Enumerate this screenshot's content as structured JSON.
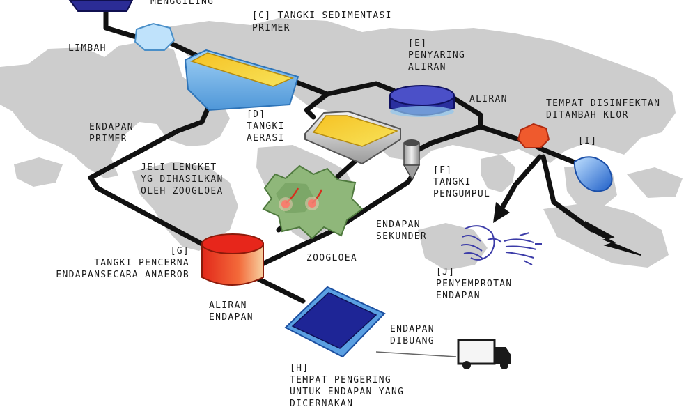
{
  "labels": {
    "top": {
      "line1": "MENGGILING"
    },
    "limbah": {
      "line1": "LIMBAH"
    },
    "c": {
      "line1": "[C] TANGKI SEDIMENTASI",
      "line2": "PRIMER"
    },
    "e": {
      "line1": "[E]",
      "line2": "PENYARING",
      "line3": "ALIRAN"
    },
    "aliran": {
      "line1": "ALIRAN"
    },
    "disinfektan": {
      "line1": "TEMPAT DISINFEKTAN",
      "line2": "DITAMBAH KLOR"
    },
    "i": {
      "line1": "[I]"
    },
    "endapan_primer": {
      "line1": "ENDAPAN",
      "line2": "PRIMER"
    },
    "d": {
      "line1": "[D]",
      "line2": "TANGKI",
      "line3": "AERASI"
    },
    "jeli": {
      "line1": "JELI LENGKET",
      "line2": "YG DIHASILKAN",
      "line3": "OLEH ZOOGLOEA"
    },
    "f": {
      "line1": "[F]",
      "line2": "TANGKI",
      "line3": "PENGUMPUL"
    },
    "endapan_sekunder": {
      "line1": "ENDAPAN",
      "line2": "SEKUNDER"
    },
    "zoogloea": {
      "line1": "ZOOGLOEA"
    },
    "g": {
      "line1": "[G]",
      "line2": "TANGKI PENCERNA",
      "line3": "ENDAPANSECARA ANAEROB"
    },
    "j": {
      "line1": "[J]",
      "line2": "PENYEMPROTAN",
      "line3": "ENDAPAN"
    },
    "aliran_endapan": {
      "line1": "ALIRAN",
      "line2": "ENDAPAN"
    },
    "endapan_dibuang": {
      "line1": "ENDAPAN",
      "line2": "DIBUANG"
    },
    "h": {
      "line1": "[H]",
      "line2": "TEMPAT PENGERING",
      "line3": "UNTUK ENDAPAN YANG",
      "line4": "DICERNAKAN"
    }
  },
  "colors": {
    "map": "#cdcdcd",
    "pipe": "#111111",
    "sedimentation_tank": "#f2cc2a",
    "aeration_tank": "#f7d12e",
    "filter_tank": "#25279a",
    "digester": "#e8321e",
    "drying_bed": "#1e2596",
    "disinfection": "#ef5a2d",
    "outfall": "#2f6fd6",
    "spray": "#3c3ca8",
    "zoogloea": "#7aa667"
  },
  "icons": [
    "grinder-icon",
    "wastewater-hexagon-icon",
    "sedimentation-tank-icon",
    "filter-tank-icon",
    "aeration-tank-icon",
    "collector-tank-icon",
    "disinfection-hexagon-icon",
    "outfall-drop-icon",
    "zoogloea-icon",
    "digester-tank-icon",
    "drying-bed-icon",
    "truck-icon",
    "spray-face-icon",
    "lightning-icon"
  ]
}
